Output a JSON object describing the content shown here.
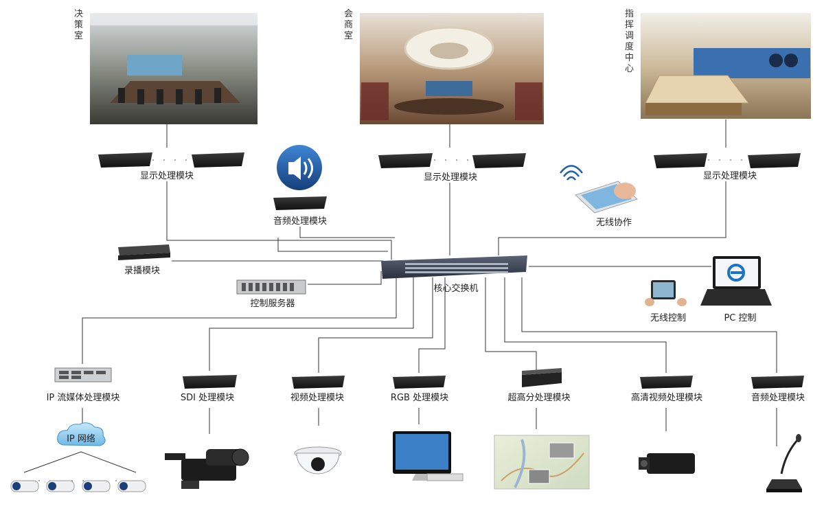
{
  "rooms": {
    "decision": "决策室",
    "consult": "会商室",
    "dispatch": "指挥调度中心"
  },
  "labels": {
    "display1": "显示处理模块",
    "display2": "显示处理模块",
    "display3": "显示处理模块",
    "audio_top": "音频处理模块",
    "wireless_collab": "无线协作",
    "record": "录播模块",
    "control_server": "控制服务器",
    "core_switch": "核心交换机",
    "wireless_control": "无线控制",
    "pc_control": "PC 控制",
    "ip_stream": "IP 流媒体处理模块",
    "sdi": "SDI 处理模块",
    "video": "视频处理模块",
    "rgb": "RGB 处理模块",
    "superres": "超高分处理模块",
    "hd_video": "高清视频处理模块",
    "audio_bottom": "音频处理模块",
    "ip_network": "IP 网络"
  },
  "colors": {
    "device": "#1c1c1c",
    "switch": "#3a4150",
    "cloud": "#9fd3f0",
    "speaker": "#1f5fb0",
    "ie": "#1a73c8"
  }
}
